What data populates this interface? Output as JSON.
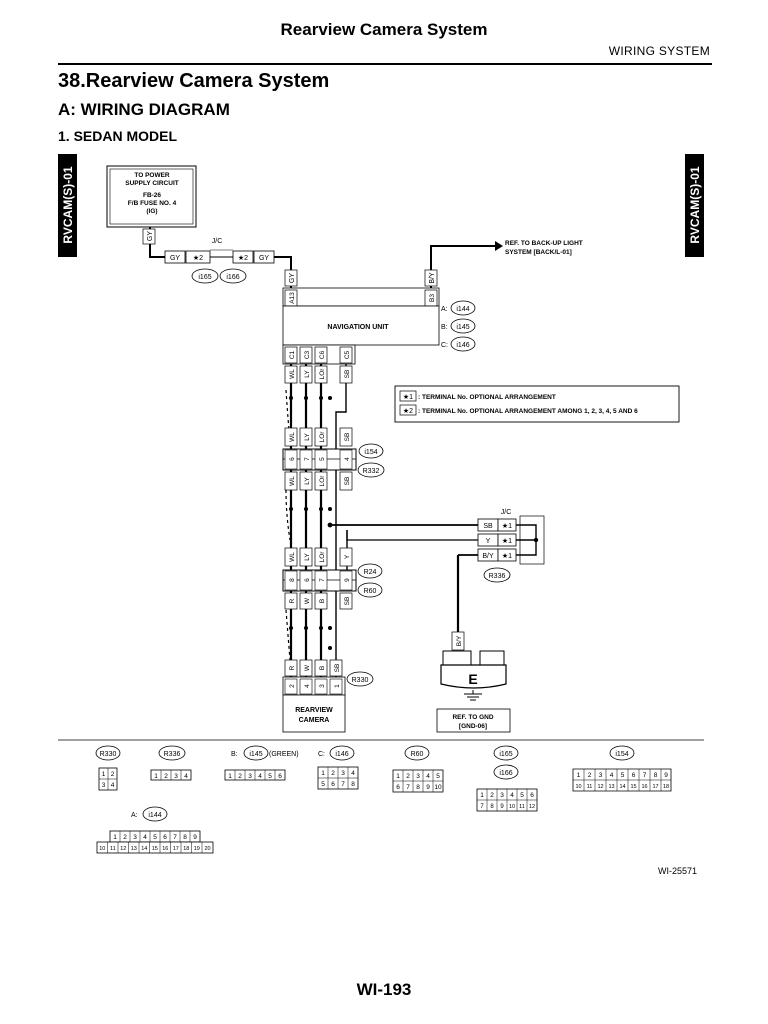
{
  "header": {
    "title": "Rearview Camera System",
    "section": "WIRING SYSTEM"
  },
  "section_title": "38.Rearview Camera System",
  "subsection_title": "A:  WIRING DIAGRAM",
  "model_title": "1.  SEDAN MODEL",
  "side_tab": "RVCAM(S)-01",
  "power_box": {
    "lines": [
      "TO POWER",
      "SUPPLY CIRCUIT",
      "FB-26",
      "F/B FUSE NO. 4",
      "(IG)"
    ]
  },
  "jc_label": "J/C",
  "wire_colors": {
    "gy": "GY",
    "by": "B/Y",
    "wl": "WL",
    "ly": "LY",
    "lor": "LOr",
    "sb": "SB",
    "y": "Y",
    "r": "R",
    "w": "W",
    "b": "B"
  },
  "star_marks": {
    "one": "★1",
    "two": "★2"
  },
  "connectors": {
    "i165": "i165",
    "i166": "i166",
    "i144": "i144",
    "i145": "i145",
    "i146": "i146",
    "i154": "i154",
    "r332": "R332",
    "r24": "R24",
    "r60": "R60",
    "r336": "R336",
    "r330": "R330"
  },
  "prefixes": {
    "a": "A:",
    "b": "B:",
    "c": "C:"
  },
  "backup_ref": [
    "REF. TO BACK-UP LIGHT",
    "SYSTEM [BACK/L-01]"
  ],
  "navigation_unit": "NAVIGATION UNIT",
  "nav_pins": {
    "a13": "A13",
    "b3": "B3",
    "c1": "C1",
    "c3": "C3",
    "c6": "C6",
    "c5": "C5"
  },
  "legend": {
    "items": [
      {
        "mark": "★1",
        "text": ": TERMINAL No. OPTIONAL ARRANGEMENT"
      },
      {
        "mark": "★2",
        "text": ": TERMINAL No. OPTIONAL ARRANGEMENT AMONG 1, 2, 3, 4, 5 AND 6"
      }
    ]
  },
  "pins": {
    "i154": [
      "6",
      "7",
      "5",
      "4"
    ],
    "r24": [
      "8",
      "6",
      "7",
      "9"
    ],
    "r330": [
      "2",
      "4",
      "3",
      "1"
    ]
  },
  "camera": [
    "REARVIEW",
    "CAMERA"
  ],
  "ground": {
    "symbol": "E",
    "ref": [
      "REF. TO GND",
      "[GND-06]"
    ]
  },
  "connector_views": [
    {
      "label": "R330",
      "rows": [
        [
          "1",
          "2"
        ],
        [
          "3",
          "4"
        ]
      ]
    },
    {
      "label": "R336",
      "rows": [
        [
          "1",
          "2",
          "3",
          "4"
        ]
      ]
    },
    {
      "prefix": "B:",
      "label": "i145",
      "suffix": "(GREEN)",
      "rows": [
        [
          "1",
          "2",
          "3",
          "4",
          "5",
          "6"
        ]
      ]
    },
    {
      "prefix": "C:",
      "label": "i146",
      "rows": [
        [
          "1",
          "2",
          "3",
          "4"
        ],
        [
          "5",
          "6",
          "7",
          "8"
        ]
      ]
    },
    {
      "label": "R60",
      "rows": [
        [
          "1",
          "2",
          "3",
          "4",
          "5"
        ],
        [
          "6",
          "7",
          "8",
          "9",
          "10"
        ]
      ]
    },
    {
      "label": "i165",
      "label2": "i166",
      "rows": [
        [
          "1",
          "2",
          "3",
          "4",
          "5",
          "6"
        ],
        [
          "7",
          "8",
          "9",
          "10",
          "11",
          "12"
        ]
      ]
    },
    {
      "label": "i154",
      "rows": [
        [
          "1",
          "2",
          "3",
          "4",
          "5",
          "6",
          "7",
          "8",
          "9"
        ],
        [
          "10",
          "11",
          "12",
          "13",
          "14",
          "15",
          "16",
          "17",
          "18"
        ]
      ]
    },
    {
      "prefix": "A:",
      "label": "i144",
      "rows": [
        [
          "1",
          "2",
          "3",
          "4",
          "5",
          "6",
          "7",
          "8",
          "9"
        ],
        [
          "10",
          "11",
          "12",
          "13",
          "14",
          "15",
          "16",
          "17",
          "18",
          "19",
          "20"
        ]
      ]
    }
  ],
  "figure_code": "WI-25571",
  "page_number": "WI-193"
}
